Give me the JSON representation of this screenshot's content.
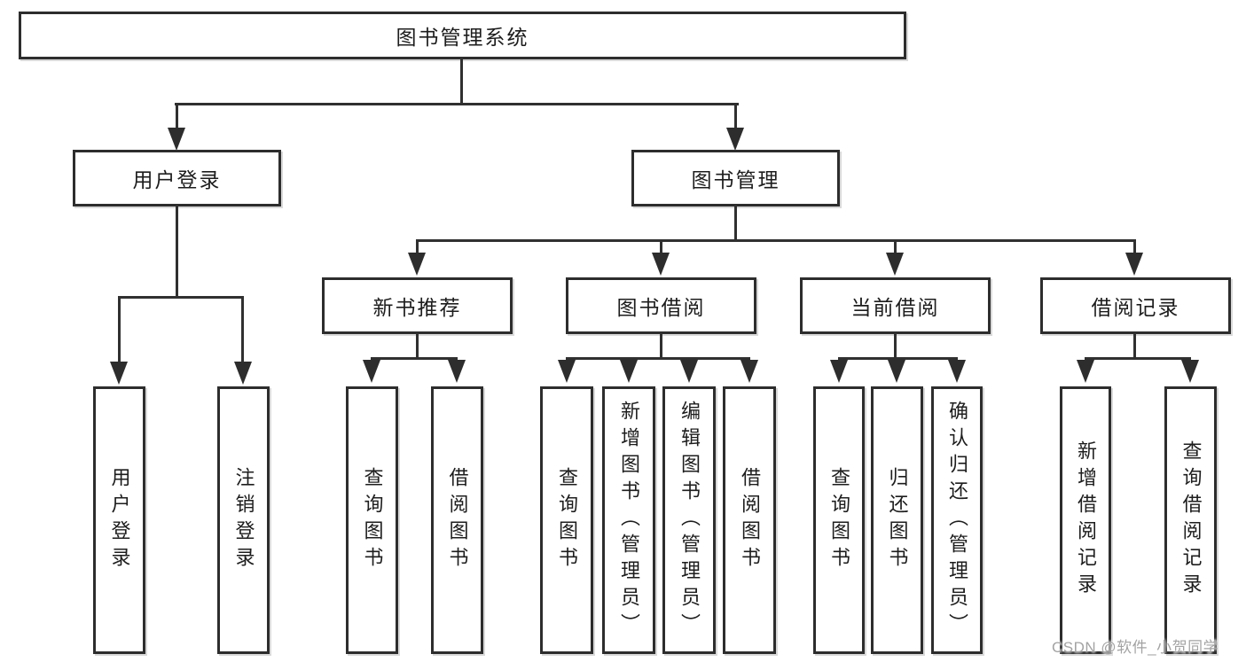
{
  "diagram": {
    "title": "图书管理系统",
    "watermark": "CSDN @软件_小贺同学",
    "user_branch": {
      "label": "用户登录",
      "children": [
        {
          "label": "用户登录"
        },
        {
          "label": "注销登录"
        }
      ]
    },
    "mgmt_branch": {
      "label": "图书管理",
      "sections": [
        {
          "label": "新书推荐",
          "children": [
            {
              "label": "查询图书"
            },
            {
              "label": "借阅图书"
            }
          ]
        },
        {
          "label": "图书借阅",
          "children": [
            {
              "label": "查询图书"
            },
            {
              "label": "新增图书（管理员）"
            },
            {
              "label": "编辑图书（管理员）"
            },
            {
              "label": "借阅图书"
            }
          ]
        },
        {
          "label": "当前借阅",
          "children": [
            {
              "label": "查询图书"
            },
            {
              "label": "归还图书"
            },
            {
              "label": "确认归还（管理员）"
            }
          ]
        },
        {
          "label": "借阅记录",
          "children": [
            {
              "label": "新增借阅记录"
            },
            {
              "label": "查询借阅记录"
            }
          ]
        }
      ]
    }
  }
}
